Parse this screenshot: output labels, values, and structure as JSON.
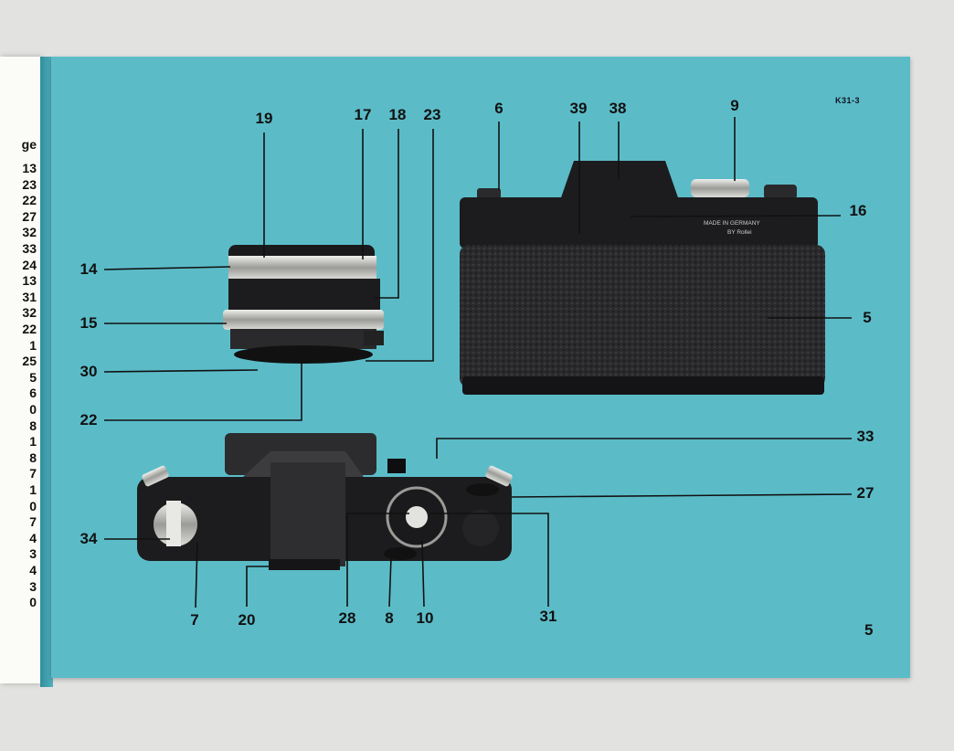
{
  "left_page": {
    "heading_fragment": "ge",
    "page_numbers": [
      "13",
      "23",
      "22",
      "27",
      "32",
      "33",
      "24",
      "13",
      "31",
      "32",
      "22",
      "1",
      "25",
      "5",
      "6",
      "0",
      "8",
      "1",
      "8",
      "7",
      "1",
      "0",
      "7",
      "4",
      "3",
      "4",
      "3",
      "0"
    ]
  },
  "plate": {
    "code": "K31-3",
    "page_number": "5",
    "engraving": [
      "MADE IN GERMANY",
      "BY Rollei"
    ],
    "callouts": [
      "19",
      "17",
      "18",
      "23",
      "6",
      "39",
      "38",
      "9",
      "16",
      "14",
      "15",
      "5",
      "30",
      "22",
      "33",
      "27",
      "34",
      "7",
      "20",
      "28",
      "8",
      "10",
      "31"
    ]
  },
  "colors": {
    "plate_background": "#5bbcc8",
    "camera_body": "#1c1c1e",
    "chrome": "#c9c9c6"
  }
}
